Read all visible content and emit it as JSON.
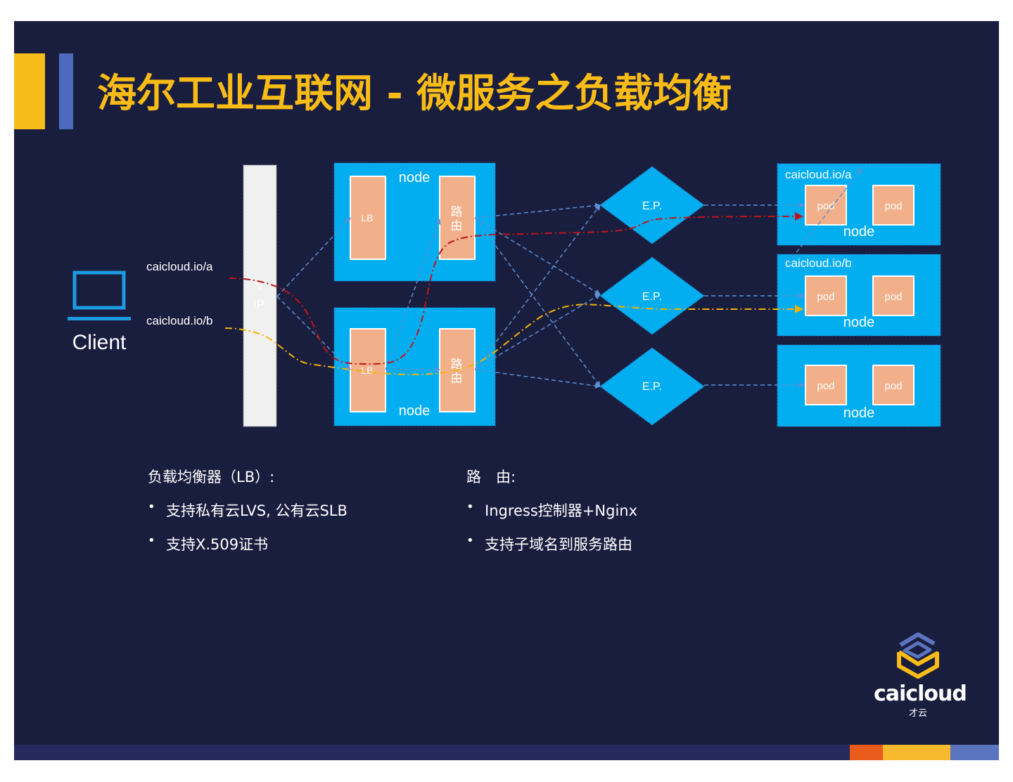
{
  "title": "海尔工业互联网 - 微服务之负载均衡",
  "diagram": {
    "client_label": "Client",
    "route_a": "caicloud.io/a",
    "route_b": "caicloud.io/b",
    "vip_label_line1": "V",
    "vip_label_line2": "IP",
    "node_label": "node",
    "lb_label": "LB",
    "router_label_line1": "路",
    "router_label_line2": "由",
    "ep_label": "E.P.",
    "pod_label": "pod",
    "group_a_label": "caicloud.io/a",
    "group_b_label": "caicloud.io/b",
    "colors": {
      "node_fill": "#02aeef",
      "box_fill": "#f2b08a",
      "vip_fill": "#f0f0f0",
      "route_a_color": "#c0141a",
      "route_b_color": "#f5b20a",
      "link_color": "#5b8fd6",
      "client_icon": "#1e9ae0"
    }
  },
  "notes": {
    "lb": {
      "heading": "负载均衡器（LB）:",
      "items": [
        "支持私有云LVS, 公有云SLB",
        "支持X.509证书"
      ]
    },
    "router": {
      "heading": "路　由:",
      "items": [
        "Ingress控制器+Nginx",
        "支持子域名到服务路由"
      ]
    }
  },
  "logo": {
    "word": "caicloud",
    "sub": "才云",
    "colors": {
      "top": "#5b74c0",
      "bottom": "#f9bc17"
    }
  },
  "footer": {
    "colors": [
      "#252a5c",
      "#e85b1b",
      "#f7b92e",
      "#5b74c0"
    ]
  }
}
